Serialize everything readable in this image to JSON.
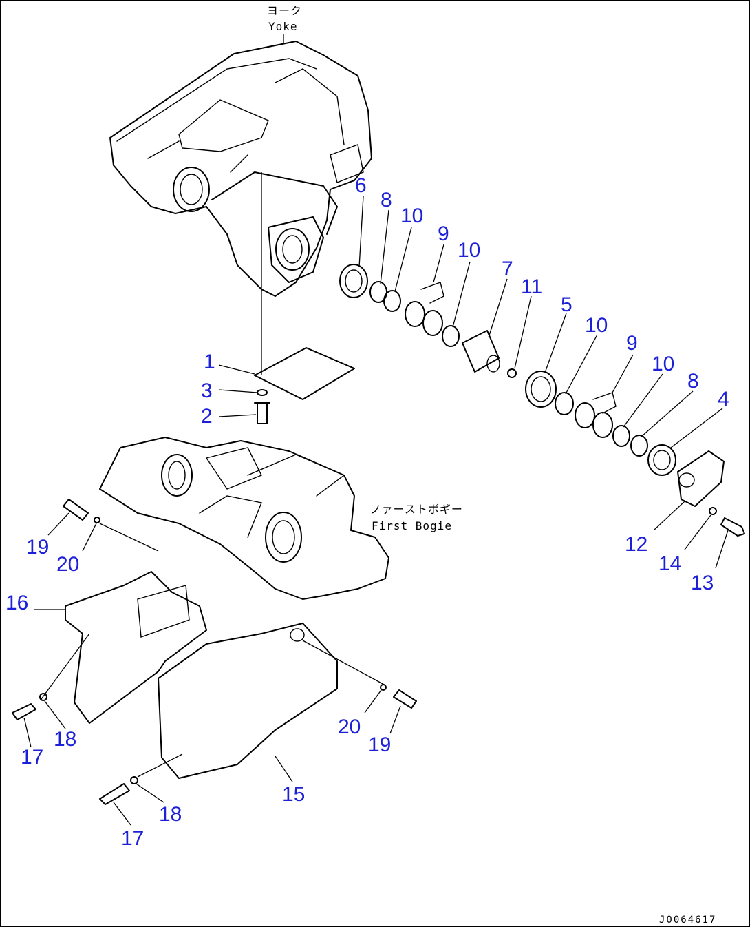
{
  "captions": {
    "yoke_jp": "ヨーク",
    "yoke_en": "Yoke",
    "bogie_jp": "ノァーストボギー",
    "bogie_en": "First Bogie"
  },
  "drawing_code": "J0064617",
  "callouts": [
    {
      "id": "c6",
      "text": "6"
    },
    {
      "id": "c8a",
      "text": "8"
    },
    {
      "id": "c10a",
      "text": "10"
    },
    {
      "id": "c9a",
      "text": "9"
    },
    {
      "id": "c10b",
      "text": "10"
    },
    {
      "id": "c7",
      "text": "7"
    },
    {
      "id": "c11",
      "text": "11"
    },
    {
      "id": "c5",
      "text": "5"
    },
    {
      "id": "c10c",
      "text": "10"
    },
    {
      "id": "c9b",
      "text": "9"
    },
    {
      "id": "c10d",
      "text": "10"
    },
    {
      "id": "c8b",
      "text": "8"
    },
    {
      "id": "c4",
      "text": "4"
    },
    {
      "id": "c1",
      "text": "1"
    },
    {
      "id": "c3",
      "text": "3"
    },
    {
      "id": "c2",
      "text": "2"
    },
    {
      "id": "c12",
      "text": "12"
    },
    {
      "id": "c14",
      "text": "14"
    },
    {
      "id": "c13",
      "text": "13"
    },
    {
      "id": "c19a",
      "text": "19"
    },
    {
      "id": "c20a",
      "text": "20"
    },
    {
      "id": "c16",
      "text": "16"
    },
    {
      "id": "c17a",
      "text": "17"
    },
    {
      "id": "c18a",
      "text": "18"
    },
    {
      "id": "c20b",
      "text": "20"
    },
    {
      "id": "c19b",
      "text": "19"
    },
    {
      "id": "c15",
      "text": "15"
    },
    {
      "id": "c18b",
      "text": "18"
    },
    {
      "id": "c17b",
      "text": "17"
    }
  ]
}
